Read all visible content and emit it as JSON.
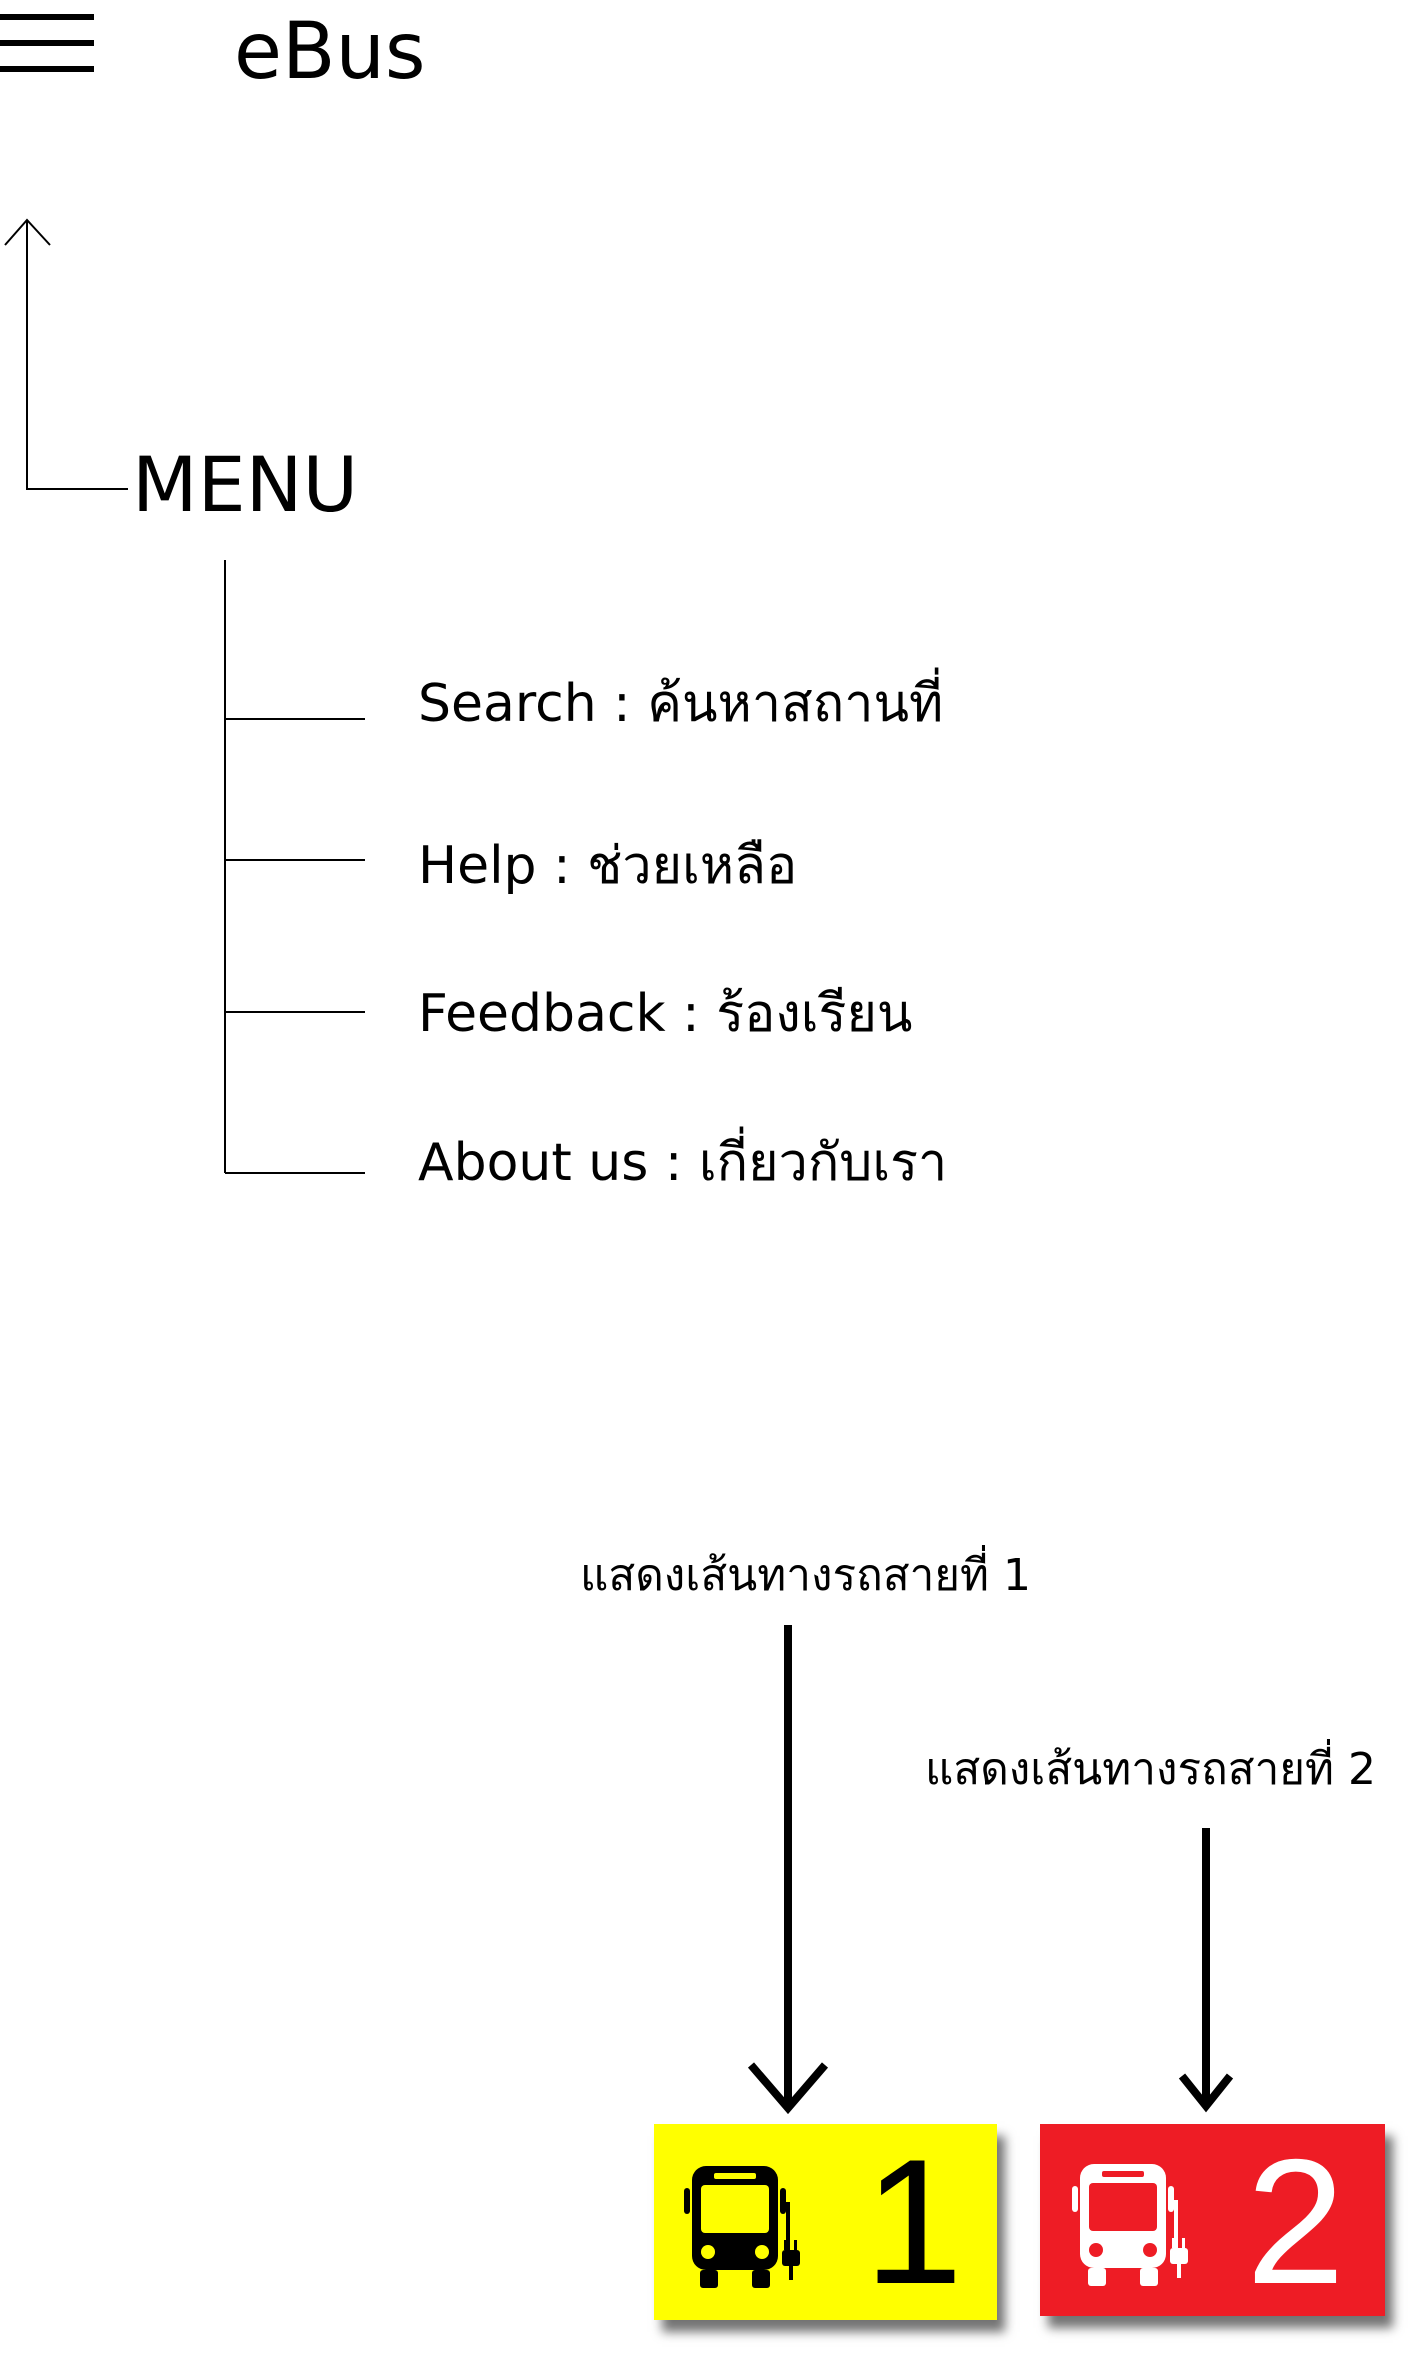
{
  "header": {
    "title": "eBus",
    "menu_icon": "hamburger-icon"
  },
  "menu": {
    "title": "MENU",
    "items": [
      {
        "label": "Search : ค้นหาสถานที่"
      },
      {
        "label": "Help : ช่วยเหลือ"
      },
      {
        "label": "Feedback : ร้องเรียน"
      },
      {
        "label": "About us : เกี่ยวกับเรา"
      }
    ]
  },
  "routes": [
    {
      "label": "แสดงเส้นทางรถสายที่ 1",
      "number": "1",
      "color": "#ffff00",
      "icon": "electric-bus-icon",
      "icon_color": "#000000"
    },
    {
      "label": "แสดงเส้นทางรถสายที่ 2",
      "number": "2",
      "color": "#ee1c25",
      "icon": "electric-bus-icon",
      "icon_color": "#ffffff"
    }
  ]
}
